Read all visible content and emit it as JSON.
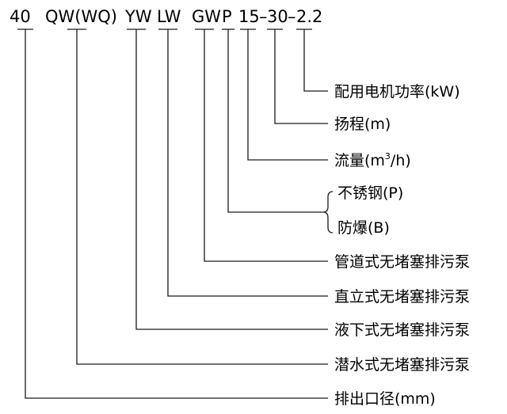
{
  "model_code": {
    "segments": [
      "40",
      "QW(WQ)",
      "YW",
      "LW",
      "GW",
      "P",
      "15",
      "–",
      "30",
      "–",
      "2.2"
    ]
  },
  "labels": {
    "power": "配用电机功率(kW)",
    "head": "扬程(m)",
    "flow_prefix": "流量(m",
    "flow_sup": "3",
    "flow_suffix": "/h)",
    "stainless": "不锈钢(P)",
    "explosion_proof": "防爆(B)",
    "pipeline": "管道式无堵塞排污泵",
    "vertical": "直立式无堵塞排污泵",
    "liquid_submerged": "液下式无堵塞排污泵",
    "submersible": "潜水式无堵塞排污泵",
    "outlet_diameter": "排出口径(mm)"
  }
}
